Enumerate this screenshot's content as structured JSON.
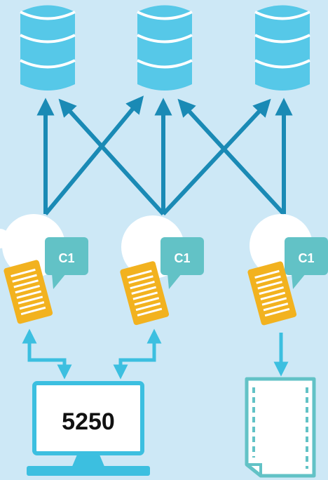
{
  "diagram": {
    "colors": {
      "background": "#cde8f6",
      "database": "#56c8e8",
      "database_band": "#ffffff",
      "arrow": "#1a8ab5",
      "connector": "#3cbfe0",
      "node": "#ffffff",
      "badge": "#62c2c6",
      "document": "#f2b21f",
      "document_lines": "#ffffff",
      "monitor": "#3cbfe0",
      "printout": "#62c2c6"
    },
    "databases": [
      {
        "icon": "database-icon"
      },
      {
        "icon": "database-icon"
      },
      {
        "icon": "database-icon"
      }
    ],
    "nodes": [
      {
        "badge": "C1",
        "icon": "document-icon"
      },
      {
        "badge": "C1",
        "icon": "document-icon"
      },
      {
        "badge": "C1",
        "icon": "document-icon"
      }
    ],
    "terminal": {
      "icon": "monitor-icon",
      "label": "5250"
    },
    "output": {
      "icon": "printout-icon"
    }
  }
}
